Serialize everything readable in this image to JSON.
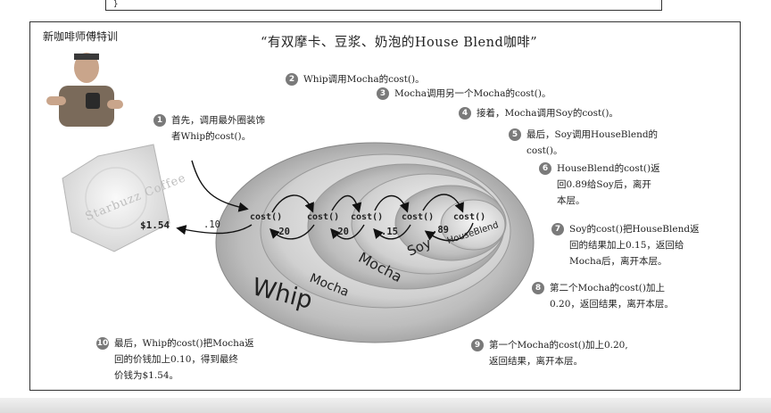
{
  "code_fragment": "}",
  "course_label": "新咖啡师傅特训",
  "title": "“有双摩卡、豆浆、奶泡的House Blend咖啡”",
  "napkin_brand": "Starbuzz Coffee",
  "final_price": "$1.54",
  "flow_values": [
    ".10",
    ".20",
    ".20",
    ".15",
    ".89"
  ],
  "cost_label": "cost()",
  "layers": [
    "Whip",
    "Mocha",
    "Mocha",
    "Soy",
    "HouseBlend"
  ],
  "steps": [
    {
      "n": "1",
      "lines": [
        "首先，调用最外圈装饰",
        "者Whip的cost()。"
      ]
    },
    {
      "n": "2",
      "lines": [
        "Whip调用Mocha的cost()。"
      ]
    },
    {
      "n": "3",
      "lines": [
        "Mocha调用另一个Mocha的cost()。"
      ]
    },
    {
      "n": "4",
      "lines": [
        "接着，Mocha调用Soy的cost()。"
      ]
    },
    {
      "n": "5",
      "lines": [
        "最后，Soy调用HouseBlend的",
        "cost()。"
      ]
    },
    {
      "n": "6",
      "lines": [
        "HouseBlend的cost()返",
        "回0.89给Soy后，离开",
        "本层。"
      ]
    },
    {
      "n": "7",
      "lines": [
        "Soy的cost()把HouseBlend返",
        "回的结果加上0.15，返回给",
        "Mocha后，离开本层。"
      ]
    },
    {
      "n": "8",
      "lines": [
        "第二个Mocha的cost()加上",
        "0.20，返回结果，离开本层。"
      ]
    },
    {
      "n": "9",
      "lines": [
        "第一个Mocha的cost()加上0.20,",
        "返回结果，离开本层。"
      ]
    },
    {
      "n": "10",
      "lines": [
        "最后，Whip的cost()把Mocha返",
        "回的价钱加上0.10，得到最终",
        "价钱为$1.54。"
      ]
    }
  ],
  "colors": {
    "badge": "#7a7a7a",
    "ring_outer": "#9a9a9a",
    "ring_inner": "#d8d8d8"
  }
}
